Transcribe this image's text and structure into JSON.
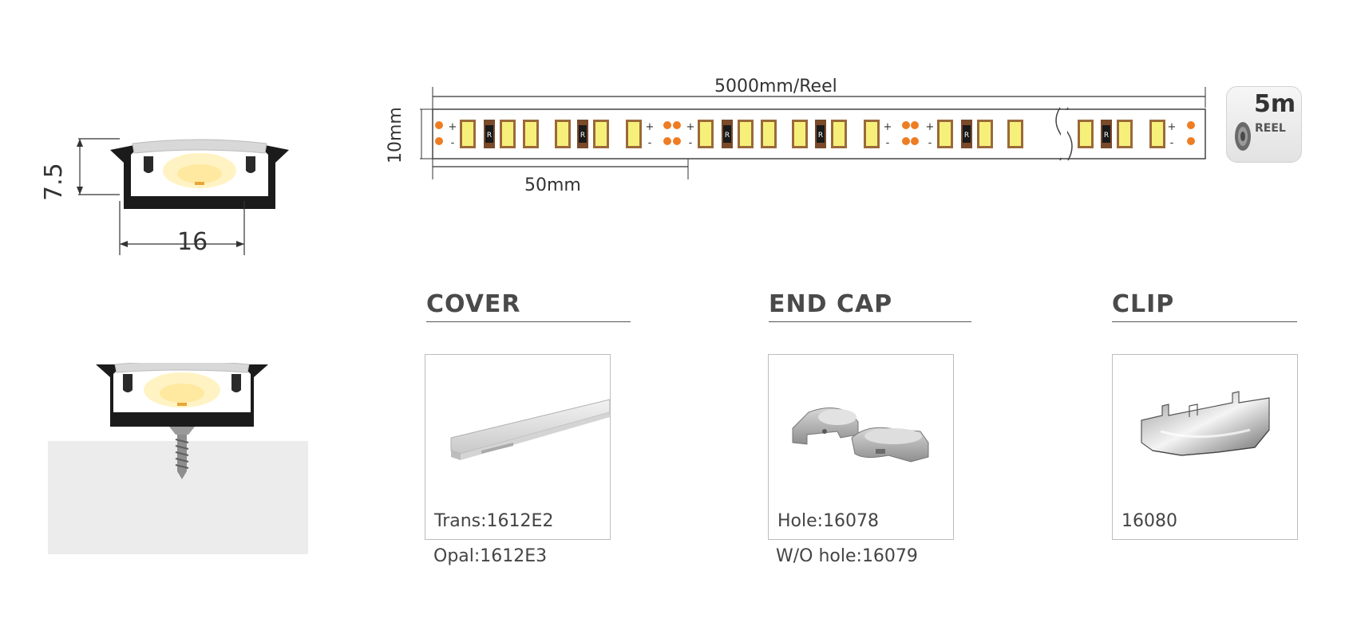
{
  "profile": {
    "height_label": "7.5",
    "width_label": "16"
  },
  "strip": {
    "length_label": "5000mm/Reel",
    "width_label": "10mm",
    "cut_label": "50mm",
    "resistor_mark": "R",
    "plus_mark": "+",
    "minus_mark": "-",
    "led_color": "#f6f07a",
    "pad_color": "#ee7d22"
  },
  "reel": {
    "length": "5m",
    "label": "REEL"
  },
  "accessories": {
    "cover": {
      "title": "COVER",
      "code_inside": "Trans:1612E2",
      "code_outside": "Opal:1612E3"
    },
    "end_cap": {
      "title": "END CAP",
      "code_inside": "Hole:16078",
      "code_outside": "W/O hole:16079"
    },
    "clip": {
      "title": "CLIP",
      "code_inside": "16080"
    }
  }
}
